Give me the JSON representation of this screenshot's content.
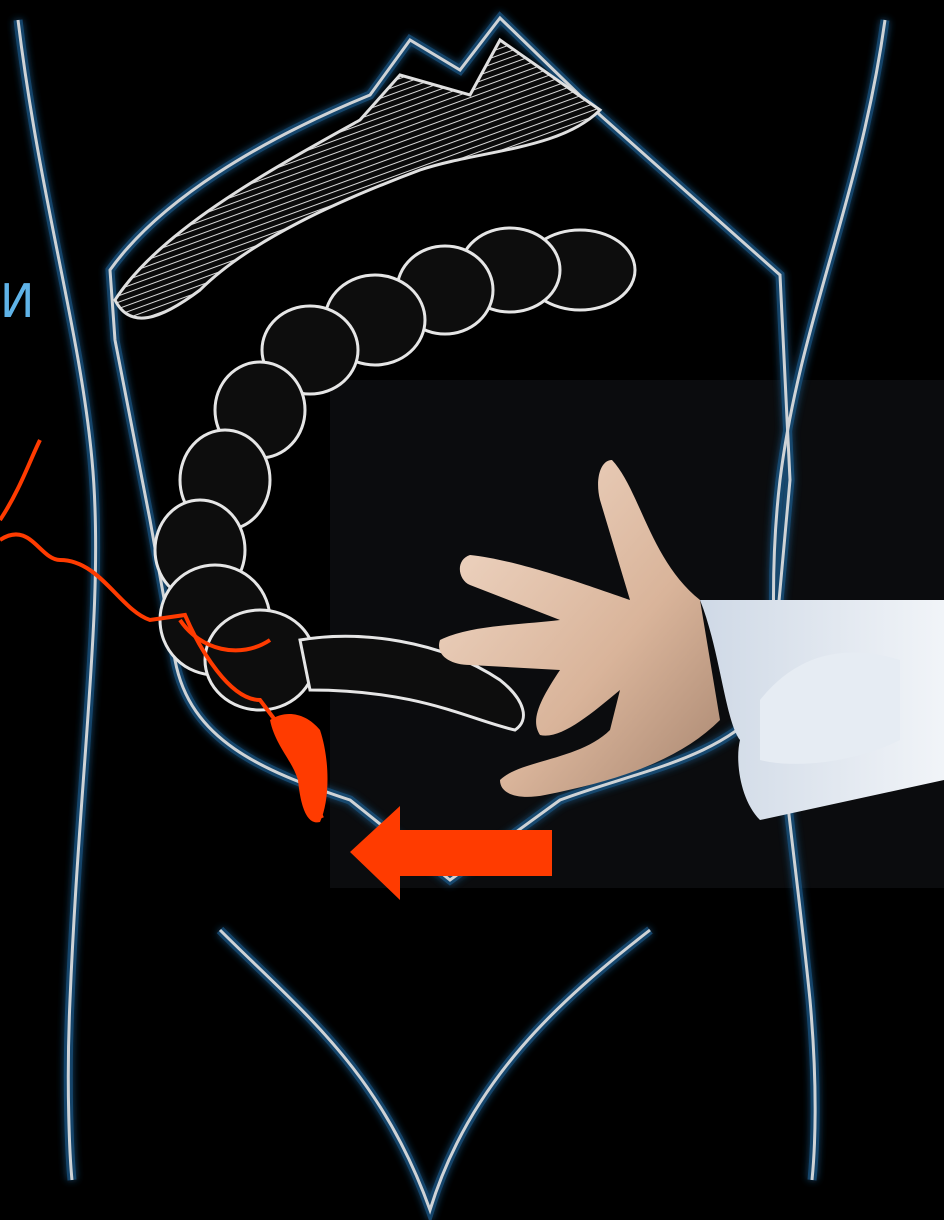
{
  "scene": {
    "description_colors": {
      "background": "#000000",
      "outline": "#cfd3d6",
      "glow": "#1d5d8f",
      "highlight": "#ff3b00",
      "glove": "#e9c9b2",
      "photo_panel": "#0b0c0e"
    },
    "partial_text": "И",
    "partial_text_color": "#5fb3e8",
    "icons": [
      "torso-outline-drawing",
      "colon-drawing",
      "sigmoid-highlight",
      "left-arrow-icon",
      "gloved-hand-photo"
    ]
  }
}
